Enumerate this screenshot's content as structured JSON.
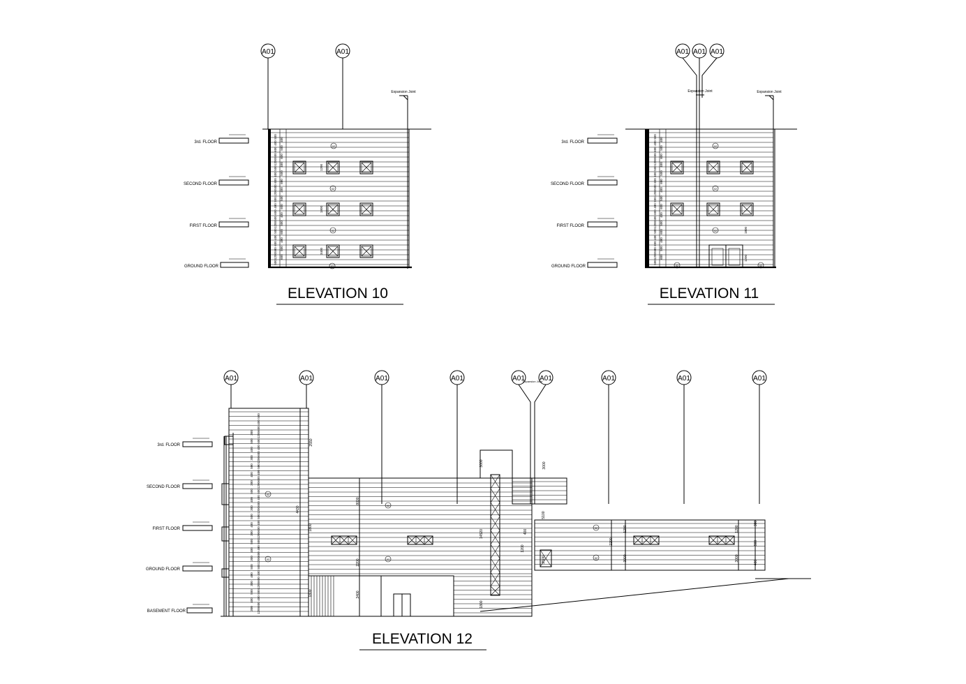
{
  "grid_tag": "A01",
  "expansion_joint_label": "Expansion Joint",
  "room_tag": "02",
  "elevation_10": {
    "title": "ELEVATION 10",
    "floors": [
      "3rd. FLOOR",
      "SECOND FLOOR",
      "FIRST FLOOR",
      "GROUND FLOOR"
    ]
  },
  "elevation_11": {
    "title": "ELEVATION 11",
    "floors": [
      "3rd. FLOOR",
      "SECOND FLOOR",
      "FIRST FLOOR",
      "GROUND FLOOR"
    ]
  },
  "elevation_12": {
    "title": "ELEVATION 12",
    "floors": [
      "3rd. FLOOR",
      "SECOND FLOOR",
      "FIRST FLOOR",
      "GROUND FLOOR",
      "BASEMENT FLOOR"
    ]
  },
  "dimensions": [
    "1200",
    "1800",
    "3400",
    "2550",
    "4430",
    "14520",
    "8000",
    "2500",
    "5100",
    "2200",
    "3000"
  ]
}
